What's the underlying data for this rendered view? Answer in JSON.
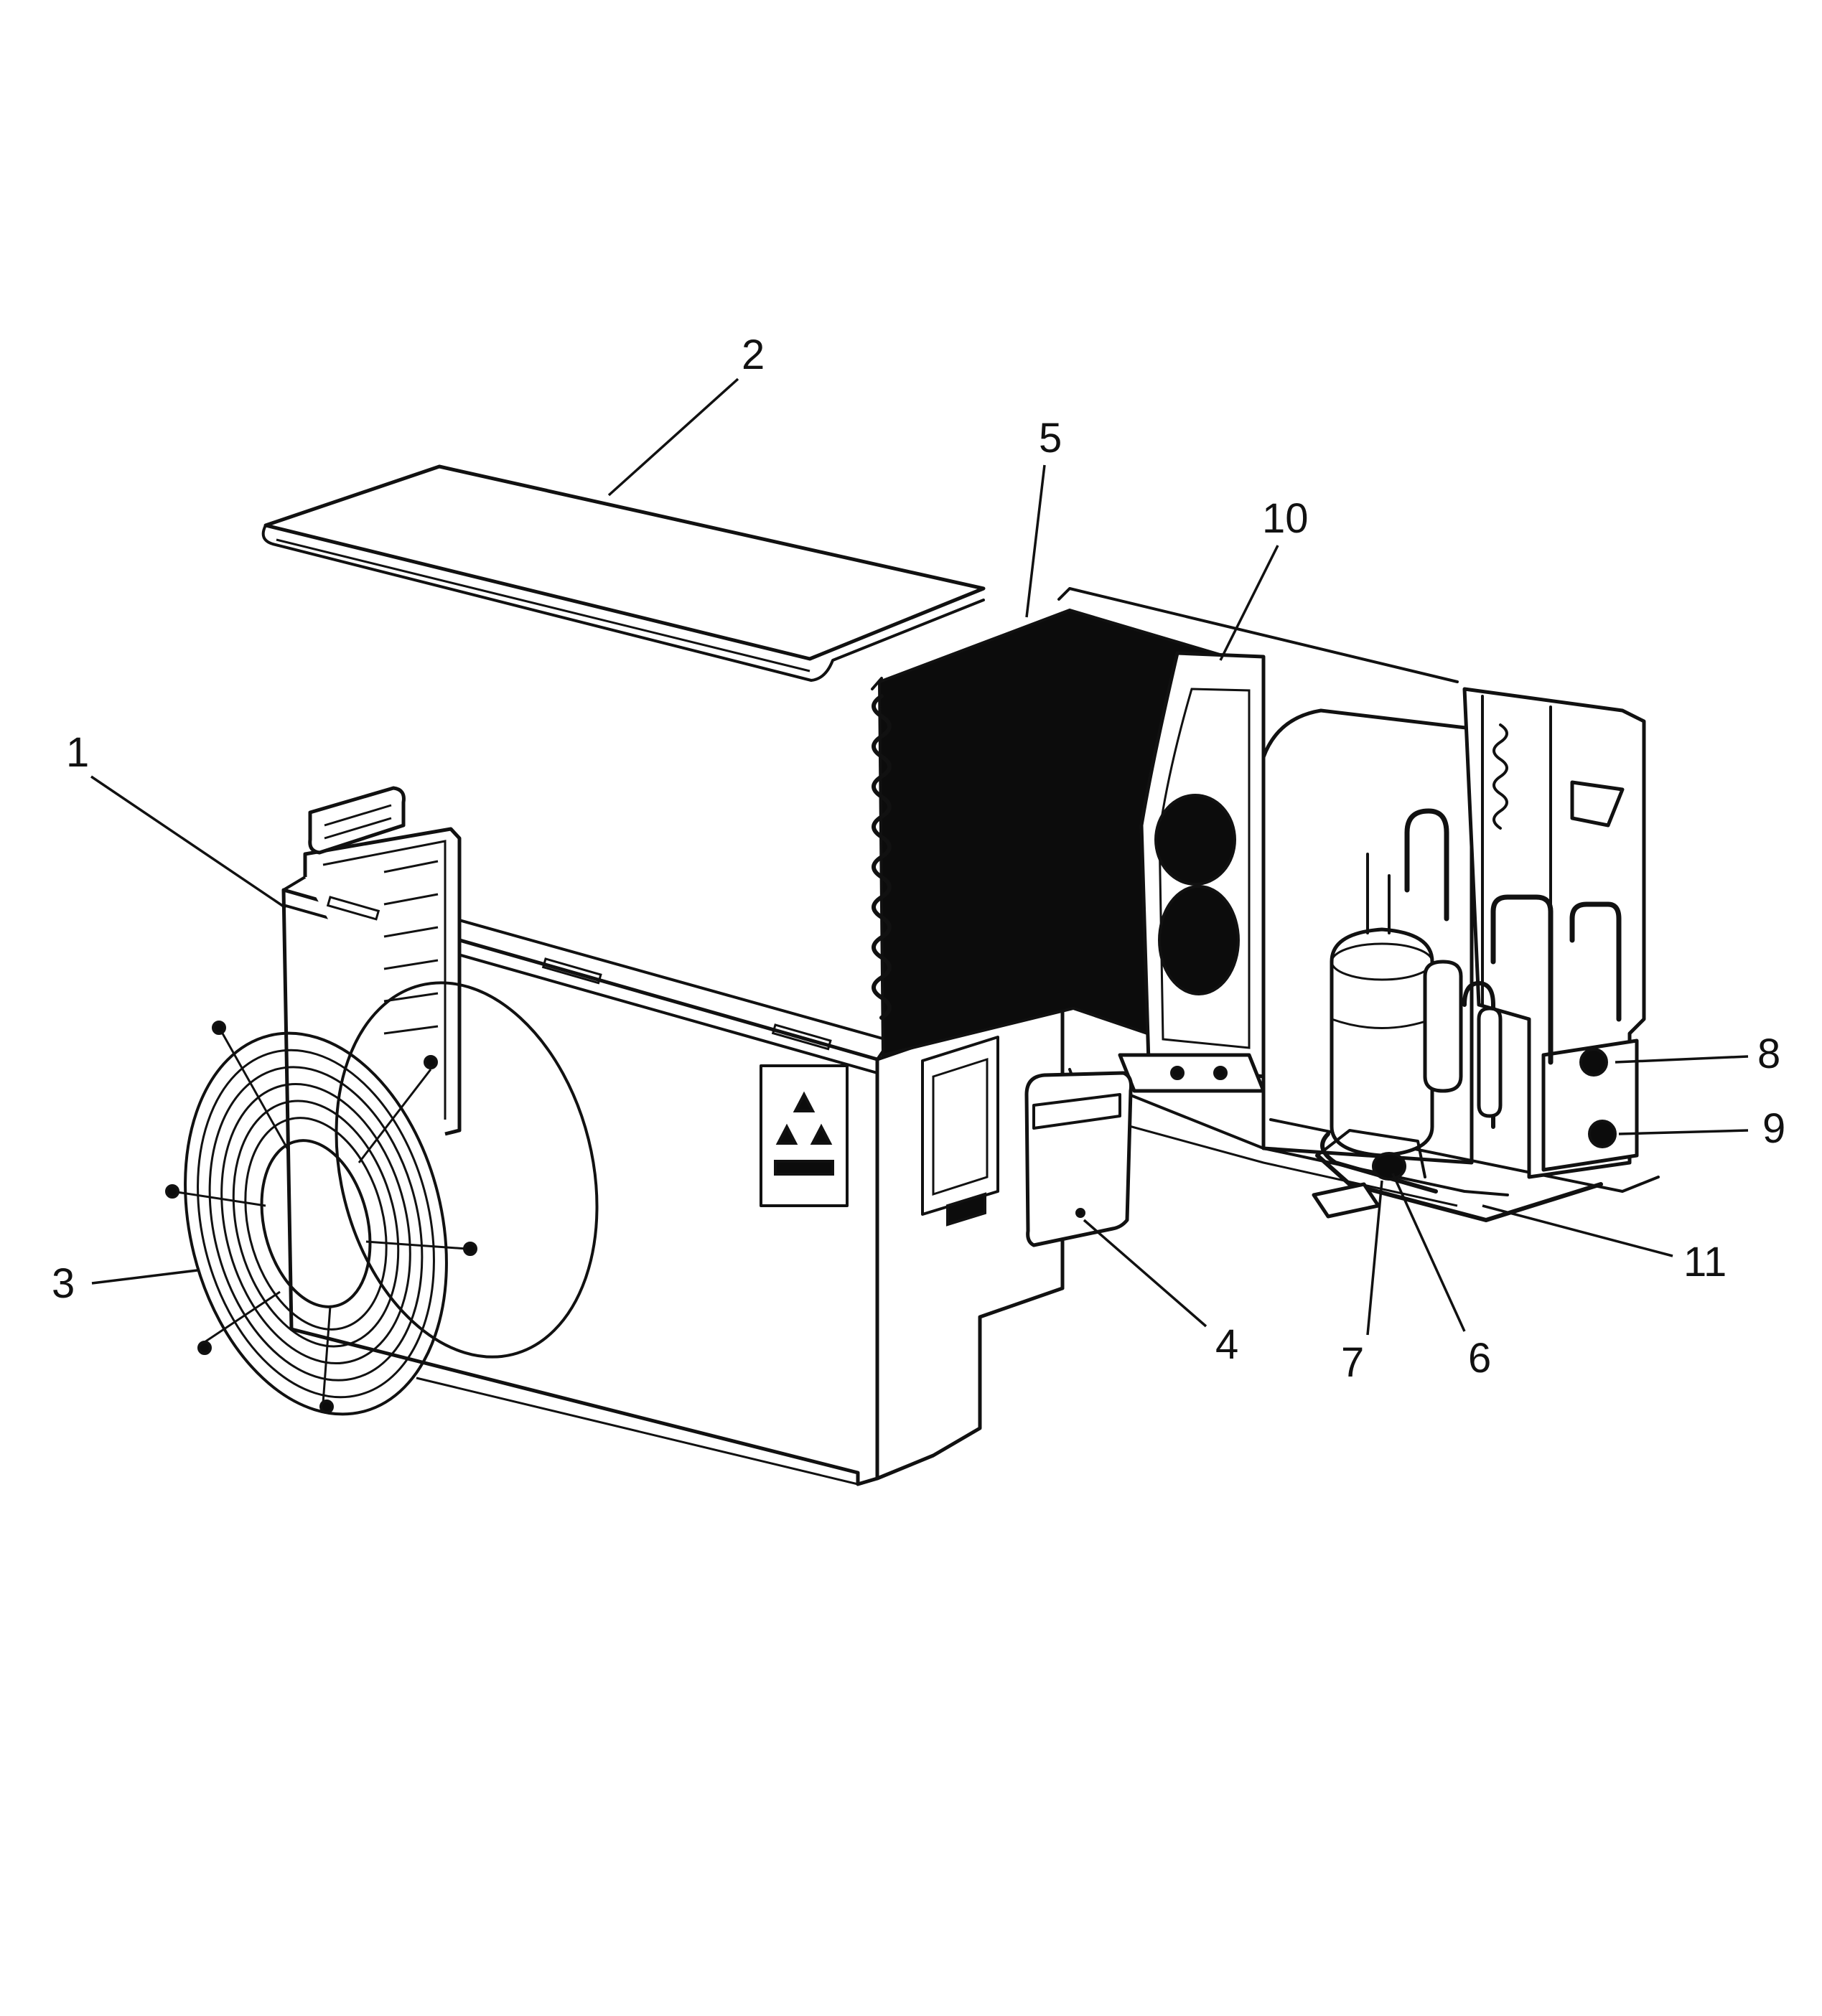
{
  "labels": {
    "p1": "1",
    "p2": "2",
    "p3": "3",
    "p4": "4",
    "p5": "5",
    "p6": "6",
    "p7": "7",
    "p8": "8",
    "p9": "9",
    "p10": "10",
    "p11": "11"
  }
}
